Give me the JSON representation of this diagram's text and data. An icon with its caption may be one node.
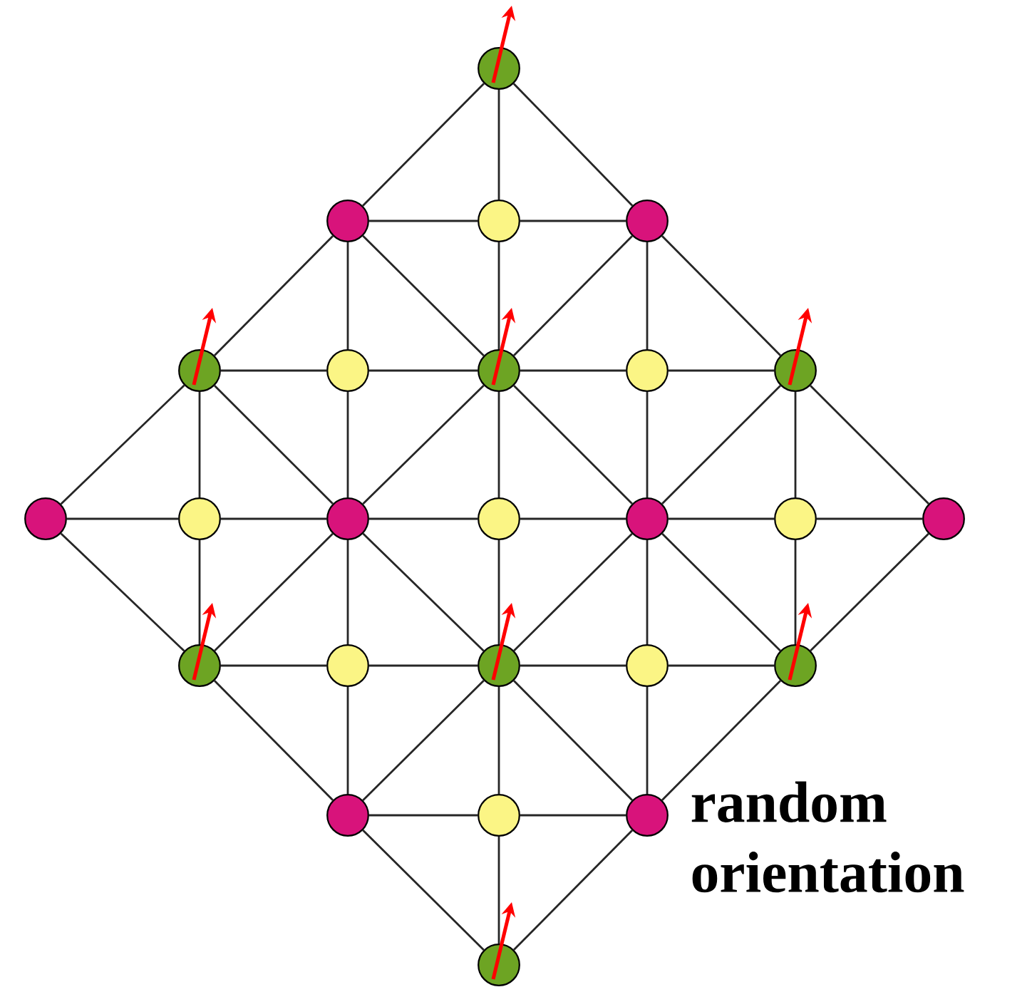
{
  "diagram": {
    "nodes": [
      {
        "text": [],
        "shape": "circle"
      },
      {
        "text": [],
        "shape": "circle"
      },
      {
        "text": [],
        "shape": "circle"
      },
      {
        "text": [],
        "shape": "circle"
      },
      {
        "text": [],
        "shape": "circle"
      },
      {
        "text": [],
        "shape": "circle"
      },
      {
        "text": [],
        "shape": "circle"
      },
      {
        "text": [],
        "shape": "circle"
      },
      {
        "text": [],
        "shape": "circle"
      },
      {
        "text": [],
        "shape": "circle"
      },
      {
        "text": [],
        "shape": "circle"
      },
      {
        "text": [],
        "shape": "circle"
      },
      {
        "text": [],
        "shape": "circle"
      },
      {
        "text": [],
        "shape": "circle"
      },
      {
        "text": [],
        "shape": "circle"
      },
      {
        "text": [],
        "shape": "circle"
      },
      {
        "text": [],
        "shape": "circle"
      },
      {
        "text": [],
        "shape": "circle"
      },
      {
        "text": [],
        "shape": "circle"
      },
      {
        "text": [],
        "shape": "circle"
      },
      {
        "text": [],
        "shape": "circle"
      },
      {
        "text": [],
        "shape": "circle"
      },
      {
        "text": [],
        "shape": "circle"
      },
      {
        "text": [],
        "shape": "circle"
      },
      {
        "text": [],
        "shape": "circle"
      }
    ],
    "edges": [
      {
        "from": 1,
        "to": 2,
        "arrow": "none"
      },
      {
        "from": 2,
        "to": 3,
        "arrow": "none"
      },
      {
        "from": 4,
        "to": 5,
        "arrow": "none"
      },
      {
        "from": 5,
        "to": 6,
        "arrow": "none"
      },
      {
        "from": 6,
        "to": 7,
        "arrow": "none"
      },
      {
        "from": 7,
        "to": 8,
        "arrow": "none"
      },
      {
        "from": 9,
        "to": 10,
        "arrow": "none"
      },
      {
        "from": 10,
        "to": 11,
        "arrow": "none"
      },
      {
        "from": 11,
        "to": 12,
        "arrow": "none"
      },
      {
        "from": 12,
        "to": 13,
        "arrow": "none"
      },
      {
        "from": 13,
        "to": 14,
        "arrow": "none"
      },
      {
        "from": 14,
        "to": 15,
        "arrow": "none"
      },
      {
        "from": 16,
        "to": 17,
        "arrow": "none"
      },
      {
        "from": 17,
        "to": 18,
        "arrow": "none"
      },
      {
        "from": 18,
        "to": 19,
        "arrow": "none"
      },
      {
        "from": 19,
        "to": 20,
        "arrow": "none"
      },
      {
        "from": 21,
        "to": 22,
        "arrow": "none"
      },
      {
        "from": 22,
        "to": 23,
        "arrow": "none"
      },
      {
        "from": 4,
        "to": 10,
        "arrow": "none"
      },
      {
        "from": 10,
        "to": 16,
        "arrow": "none"
      },
      {
        "from": 1,
        "to": 5,
        "arrow": "none"
      },
      {
        "from": 5,
        "to": 11,
        "arrow": "none"
      },
      {
        "from": 11,
        "to": 17,
        "arrow": "none"
      },
      {
        "from": 17,
        "to": 21,
        "arrow": "none"
      },
      {
        "from": 0,
        "to": 2,
        "arrow": "none"
      },
      {
        "from": 2,
        "to": 6,
        "arrow": "none"
      },
      {
        "from": 6,
        "to": 12,
        "arrow": "none"
      },
      {
        "from": 12,
        "to": 18,
        "arrow": "none"
      },
      {
        "from": 18,
        "to": 22,
        "arrow": "none"
      },
      {
        "from": 22,
        "to": 24,
        "arrow": "none"
      },
      {
        "from": 3,
        "to": 7,
        "arrow": "none"
      },
      {
        "from": 7,
        "to": 13,
        "arrow": "none"
      },
      {
        "from": 13,
        "to": 19,
        "arrow": "none"
      },
      {
        "from": 19,
        "to": 23,
        "arrow": "none"
      },
      {
        "from": 8,
        "to": 14,
        "arrow": "none"
      },
      {
        "from": 14,
        "to": 20,
        "arrow": "none"
      },
      {
        "from": 0,
        "to": 1,
        "arrow": "none"
      },
      {
        "from": 0,
        "to": 3,
        "arrow": "none"
      },
      {
        "from": 1,
        "to": 4,
        "arrow": "none"
      },
      {
        "from": 1,
        "to": 6,
        "arrow": "none"
      },
      {
        "from": 3,
        "to": 6,
        "arrow": "none"
      },
      {
        "from": 3,
        "to": 8,
        "arrow": "none"
      },
      {
        "from": 4,
        "to": 9,
        "arrow": "none"
      },
      {
        "from": 4,
        "to": 11,
        "arrow": "none"
      },
      {
        "from": 6,
        "to": 11,
        "arrow": "none"
      },
      {
        "from": 6,
        "to": 13,
        "arrow": "none"
      },
      {
        "from": 8,
        "to": 13,
        "arrow": "none"
      },
      {
        "from": 8,
        "to": 15,
        "arrow": "none"
      },
      {
        "from": 9,
        "to": 16,
        "arrow": "none"
      },
      {
        "from": 11,
        "to": 16,
        "arrow": "none"
      },
      {
        "from": 11,
        "to": 18,
        "arrow": "none"
      },
      {
        "from": 13,
        "to": 18,
        "arrow": "none"
      },
      {
        "from": 13,
        "to": 20,
        "arrow": "none"
      },
      {
        "from": 15,
        "to": 20,
        "arrow": "none"
      },
      {
        "from": 16,
        "to": 21,
        "arrow": "none"
      },
      {
        "from": 18,
        "to": 21,
        "arrow": "none"
      },
      {
        "from": 18,
        "to": 23,
        "arrow": "none"
      },
      {
        "from": 20,
        "to": 23,
        "arrow": "none"
      },
      {
        "from": 21,
        "to": 24,
        "arrow": "none"
      },
      {
        "from": 23,
        "to": 24,
        "arrow": "none"
      }
    ],
    "labels": [
      "random orientation"
    ]
  }
}
